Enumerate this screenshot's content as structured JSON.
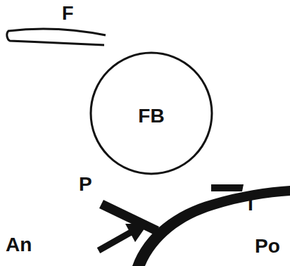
{
  "diagram": {
    "nodes": [
      {
        "text": [
          "FB"
        ]
      }
    ],
    "labels": [
      "F",
      "P",
      "I",
      "An",
      "Po"
    ]
  }
}
